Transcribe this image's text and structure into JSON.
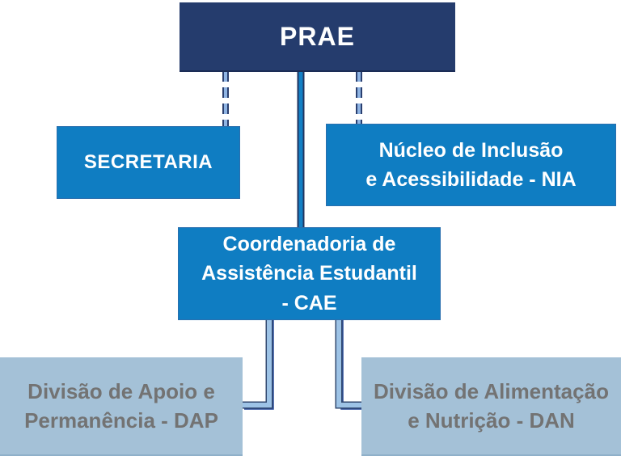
{
  "palette": {
    "root_navy": "#253c6d",
    "box_blue": "#0f7dc2",
    "box_gray_blue": "#a4c1d7",
    "gray_text": "#737373",
    "white_text": "#ffffff",
    "dashed_connector_fill": "#8fb4e3",
    "dashed_connector_edge": "#2a3f6f",
    "solid_connector_fill": "#1380c5",
    "elbow_connector_fill": "#9dc3e6",
    "elbow_connector_edge": "#31486f",
    "elbow_connector_shadow": "#2a4d9c"
  },
  "chart": {
    "type": "org-chart",
    "nodes": {
      "prae": {
        "label": "PRAE"
      },
      "secretaria": {
        "label": "SECRETARIA"
      },
      "nia": {
        "label": "Núcleo de Inclusão\ne Acessibilidade - NIA"
      },
      "cae": {
        "label": "Coordenadoria de\nAssistência Estudantil\n- CAE"
      },
      "dap": {
        "label": "Divisão de Apoio e\nPermanência - DAP"
      },
      "dan": {
        "label": "Divisão de Alimentação\ne Nutrição - DAN"
      }
    },
    "edges": [
      {
        "from": "prae",
        "to": "secretaria",
        "style": "dashed"
      },
      {
        "from": "prae",
        "to": "nia",
        "style": "dashed"
      },
      {
        "from": "prae",
        "to": "cae",
        "style": "solid"
      },
      {
        "from": "cae",
        "to": "dap",
        "style": "elbow"
      },
      {
        "from": "cae",
        "to": "dan",
        "style": "elbow"
      }
    ]
  }
}
